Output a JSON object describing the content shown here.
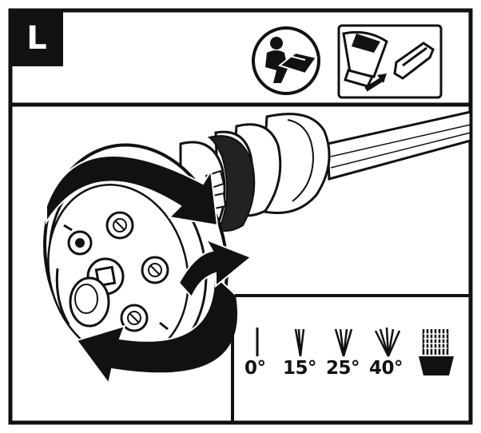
{
  "step": {
    "letter": "L"
  },
  "icons": {
    "manual": "read-manual-icon",
    "battery": "remove-battery-icon"
  },
  "spray_angles": [
    {
      "label": "0°",
      "icon": "jet-0-degree-icon"
    },
    {
      "label": "15°",
      "icon": "spray-15-degree-icon"
    },
    {
      "label": "25°",
      "icon": "spray-25-degree-icon"
    },
    {
      "label": "40°",
      "icon": "spray-40-degree-icon"
    },
    {
      "label": "",
      "icon": "soap-brush-nozzle-icon"
    }
  ],
  "colors": {
    "ink": "#111111",
    "paper": "#ffffff"
  }
}
